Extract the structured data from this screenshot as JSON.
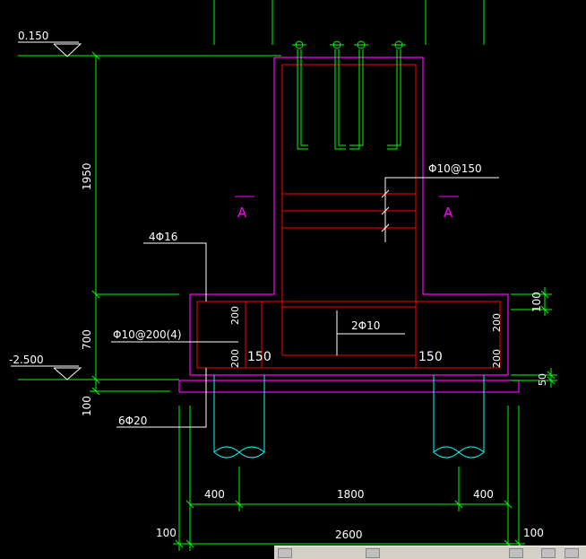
{
  "colors": {
    "background": "#000000",
    "dimension": "#00ff00",
    "concrete": "#ff00ff",
    "rebar": "#ff0000",
    "anchor": "#00ff00",
    "pile": "#00ffff",
    "text": "#ffffff",
    "section_mark": "#ff00ff"
  },
  "elevations": {
    "top": "0.150",
    "bottom": "-2.500"
  },
  "dimensions": {
    "pedestal_height": "1950",
    "cap_height": "700",
    "cushion_thickness": "100",
    "top_cover": "100",
    "bottom_cover": "50",
    "pile_edge_left": "400",
    "pile_spacing": "1800",
    "pile_edge_right": "400",
    "overall_width": "2600",
    "outer_left": "100",
    "outer_right": "100",
    "cover_top": "200",
    "cover_bottom": "200",
    "cover_right_top": "200",
    "cover_right_bottom": "200",
    "inner_left": "150",
    "inner_right": "150"
  },
  "rebar_labels": {
    "stirrup_pedestal": "Φ10@150",
    "longitudinal_pedestal": "4Φ16",
    "cap_stirrups": "Φ10@200(4)",
    "cap_middle": "2Φ10",
    "cap_bottom": "6Φ20"
  },
  "section_marks": {
    "left": "A",
    "right": "A"
  },
  "toolbar": {
    "buttons": [
      "layout-icon",
      "up-icon",
      "pan-icon",
      "window-icon"
    ]
  }
}
